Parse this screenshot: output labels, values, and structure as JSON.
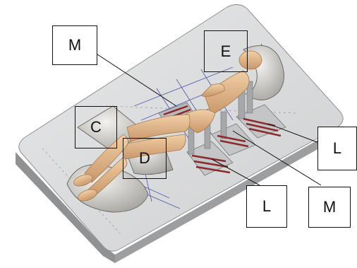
{
  "labels": {
    "m_top": "M",
    "e": "E",
    "c": "C",
    "d": "D",
    "l_right": "L",
    "l_bottom": "L",
    "m_bottom": "M"
  },
  "colors": {
    "board_top": "#d9dadb",
    "board_side": "#8f9193",
    "mannequin": "#e4b88b",
    "cushion": "#c9c7c2",
    "support_stripe": "#8a2b2b",
    "grid_line": "#5a5fb0"
  }
}
